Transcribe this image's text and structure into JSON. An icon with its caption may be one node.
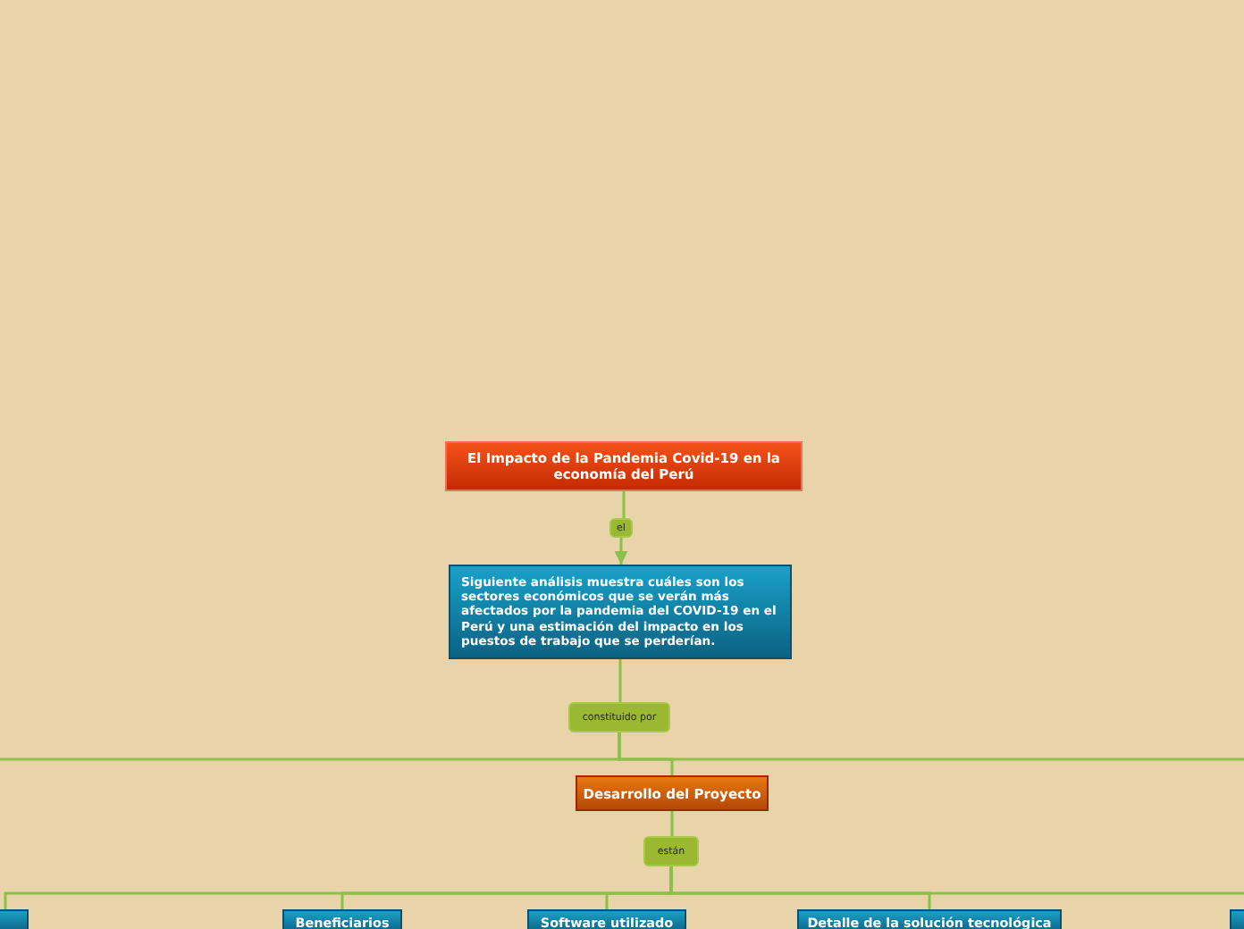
{
  "diagram": {
    "nodes": [
      {
        "text": [
          "El Impacto de la Pandemia Covid-19 en la economía del Perú"
        ]
      },
      {
        "text": [
          "el"
        ]
      },
      {
        "text": [
          "Siguiente análisis muestra cuáles son los sectores económicos que se verán más afectados por la pandemia del COVID-19 en el Perú y una estimación del impacto en los puestos de trabajo que se perderían."
        ]
      },
      {
        "text": [
          "constituido por"
        ]
      },
      {
        "text": [
          "Desarrollo del Proyecto"
        ]
      },
      {
        "text": [
          "están"
        ]
      },
      {
        "text": [],
        "shape": "box"
      },
      {
        "text": [
          "Beneficiarios"
        ]
      },
      {
        "text": [
          "Software utilizado"
        ]
      },
      {
        "text": [
          "Detalle de la solución tecnológica"
        ]
      },
      {
        "text": [],
        "shape": "box"
      }
    ],
    "edges": [
      {
        "from": 0,
        "to": 1,
        "arrow": "none"
      },
      {
        "from": 1,
        "to": 2,
        "arrow": "to"
      },
      {
        "from": 2,
        "to": 3,
        "arrow": "none"
      },
      {
        "from": 3,
        "to": 4,
        "arrow": "none"
      },
      {
        "from": 3,
        "to": null,
        "arrow": "none"
      },
      {
        "from": 3,
        "to": null,
        "arrow": "none"
      },
      {
        "from": 4,
        "to": 5,
        "arrow": "none"
      },
      {
        "from": 5,
        "to": 6,
        "arrow": "none"
      },
      {
        "from": 5,
        "to": 7,
        "arrow": "none"
      },
      {
        "from": 5,
        "to": 8,
        "arrow": "none"
      },
      {
        "from": 5,
        "to": 9,
        "arrow": "none"
      },
      {
        "from": 5,
        "to": 10,
        "arrow": "none"
      }
    ]
  }
}
